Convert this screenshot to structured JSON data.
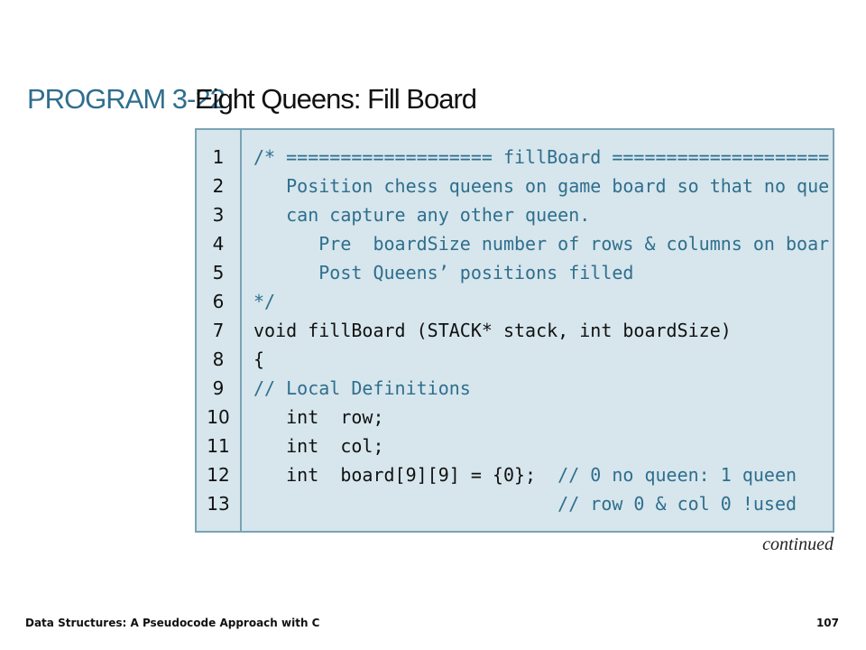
{
  "header": {
    "program_label": "PROGRAM 3-22",
    "program_title": "Eight Queens: Fill Board"
  },
  "code": {
    "lines": [
      {
        "number": "1",
        "segments": [
          {
            "text": "/* =================== fillBoard ====================",
            "kind": "comment"
          }
        ]
      },
      {
        "number": "2",
        "segments": [
          {
            "text": "   Position chess queens on game board so that no queen",
            "kind": "comment"
          }
        ]
      },
      {
        "number": "3",
        "segments": [
          {
            "text": "   can capture any other queen.",
            "kind": "comment"
          }
        ]
      },
      {
        "number": "4",
        "segments": [
          {
            "text": "      Pre  boardSize number of rows & columns on board",
            "kind": "comment"
          }
        ]
      },
      {
        "number": "5",
        "segments": [
          {
            "text": "      Post Queens’ positions filled",
            "kind": "comment"
          }
        ]
      },
      {
        "number": "6",
        "segments": [
          {
            "text": "*/",
            "kind": "comment"
          }
        ]
      },
      {
        "number": "7",
        "segments": [
          {
            "text": "void fillBoard (STACK* stack, int boardSize)",
            "kind": "code"
          }
        ]
      },
      {
        "number": "8",
        "segments": [
          {
            "text": "{",
            "kind": "code"
          }
        ]
      },
      {
        "number": "9",
        "segments": [
          {
            "text": "// Local Definitions",
            "kind": "comment"
          }
        ]
      },
      {
        "number": "10",
        "segments": [
          {
            "text": "   int  row;",
            "kind": "code"
          }
        ]
      },
      {
        "number": "11",
        "segments": [
          {
            "text": "   int  col;",
            "kind": "code"
          }
        ]
      },
      {
        "number": "12",
        "segments": [
          {
            "text": "   int  board[9][9] = {0}; ",
            "kind": "code"
          },
          {
            "text": " // 0 no queen: 1 queen",
            "kind": "comment"
          }
        ]
      },
      {
        "number": "13",
        "segments": [
          {
            "text": "                            // row 0 & col 0 !used",
            "kind": "comment"
          }
        ]
      }
    ]
  },
  "continued_label": "continued",
  "footer": {
    "book_title": "Data Structures: A Pseudocode Approach with C",
    "page_number": "107"
  },
  "colors": {
    "accent": "#2f6e8e",
    "code_background": "#d6e6ec",
    "border": "#7aa3b5"
  }
}
